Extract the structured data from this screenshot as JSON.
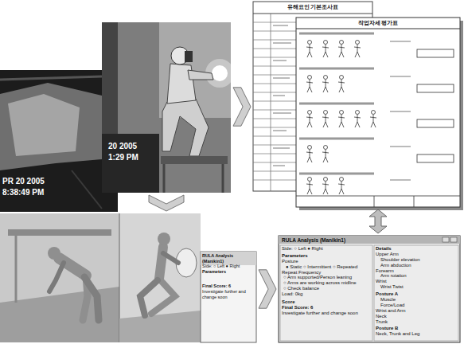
{
  "diagram": {
    "nodes": [
      {
        "text": [
          "PR 20 2005",
          "8:38:49 PM"
        ]
      },
      {
        "text": [
          "20 2005",
          "1:29 PM"
        ]
      },
      {
        "text": [
          "유해요인 기본조사표"
        ]
      },
      {
        "text": [
          "작업자세 평가표"
        ]
      },
      {
        "text": [
          "RULA Analysis (Manikin1)",
          "Side: ○ Left ● Right",
          "Parameters",
          "Final Score: 6",
          "Investigate further and change soon"
        ]
      },
      {
        "text": [
          "RULA Analysis (Manikin1)",
          "Side: ○ Left ● Right",
          "Parameters",
          "Posture",
          "● Static ○ Intermittent ○ Repeated",
          "Repeat Frequency",
          "○ Arm supported/Person leaning",
          "○ Arms are working across midline",
          "○ Check balance",
          "Load: 0kg",
          "Score",
          "Final Score: 6",
          "Investigate further and change soon",
          "Details",
          "Upper Arm",
          "Shoulder elevation",
          "Arm abduction",
          "Forearm",
          "Arm rotation",
          "Wrist",
          "Wrist Twist",
          "Posture A",
          "Muscle",
          "Force/Load",
          "Wrist and Arm",
          "Neck",
          "Trunk",
          "Posture B",
          "Neck, Trunk and Leg"
        ]
      }
    ],
    "edges": [
      {
        "from": 1,
        "to": 2,
        "arrow": "to"
      },
      {
        "from": 1,
        "to": 4,
        "arrow": "to"
      },
      {
        "from": 4,
        "to": 5,
        "arrow": "to"
      },
      {
        "from": 3,
        "to": 5,
        "arrow": "both"
      }
    ]
  }
}
